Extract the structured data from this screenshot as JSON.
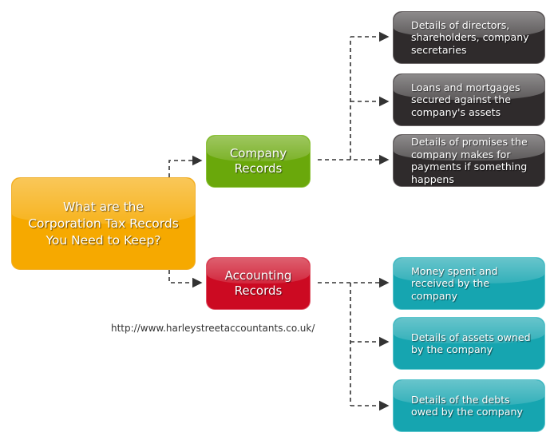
{
  "root": {
    "label": "What are the Corporation Tax Records You Need to Keep?",
    "color": "#f6a900"
  },
  "branches": [
    {
      "label": "Company Records",
      "color": "#6aa80b",
      "children": [
        "Details of directors, shareholders, company secretaries",
        "Loans and mortgages secured against the company's assets",
        "Details of promises the company makes for payments if something happens"
      ],
      "child_color": "#2f2b2c"
    },
    {
      "label": "Accounting Records",
      "color": "#cc0a22",
      "children": [
        "Money spent and received by the company",
        "Details of assets owned by the company",
        "Details of the debts owed by the company"
      ],
      "child_color": "#16a5b0"
    }
  ],
  "source_url": "http://www.harleystreetaccountants.co.uk/"
}
